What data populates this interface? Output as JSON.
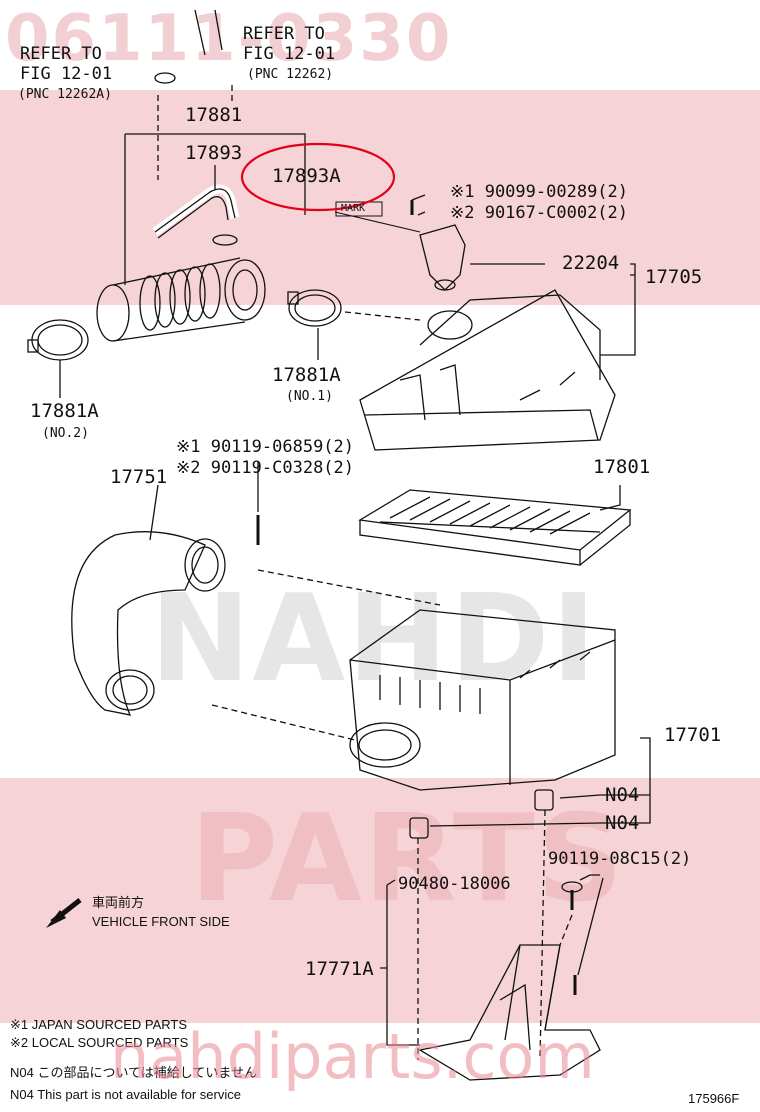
{
  "watermark": {
    "top_code": "06111-0330",
    "brand_en": "NAHDI",
    "brand_parts": "PARTS",
    "bottom_url": "nahdiparts.com"
  },
  "labels": {
    "refer_left_1": "REFER TO",
    "refer_left_2": "FIG 12-01",
    "refer_left_3": "(PNC 12262A)",
    "refer_right_1": "REFER TO",
    "refer_right_2": "FIG 12-01",
    "refer_right_3": "(PNC 12262)",
    "p17881": "17881",
    "p17893": "17893",
    "p17893a": "17893A",
    "bolt_j": "※1 90099-00289(2)",
    "bolt_l": "※2 90167-C0002(2)",
    "mark": "MARK",
    "p22204": "22204",
    "p17705": "17705",
    "p17881a_no1": "17881A",
    "no1": "(NO.1)",
    "p17881a_no2": "17881A",
    "no2": "(NO.2)",
    "screw_j": "※1 90119-06859(2)",
    "screw_l": "※2 90119-C0328(2)",
    "p17751": "17751",
    "p17801": "17801",
    "p17701": "17701",
    "n04a": "N04",
    "n04b": "N04",
    "p90119c": "90119-08C15(2)",
    "p90480": "90480-18006",
    "p17771a": "17771A",
    "front_jp": "車両前方",
    "front_en": "VEHICLE FRONT SIDE",
    "legend_1": "※1 JAPAN SOURCED PARTS",
    "legend_2": "※2 LOCAL SOURCED PARTS",
    "legend_3": "N04  この部品については補給していません",
    "legend_4": "N04  This part is not available for service",
    "fig_code": "175966F"
  },
  "colors": {
    "highlight": "#e3001b",
    "band": "#f6d3d6",
    "line": "#111111"
  }
}
